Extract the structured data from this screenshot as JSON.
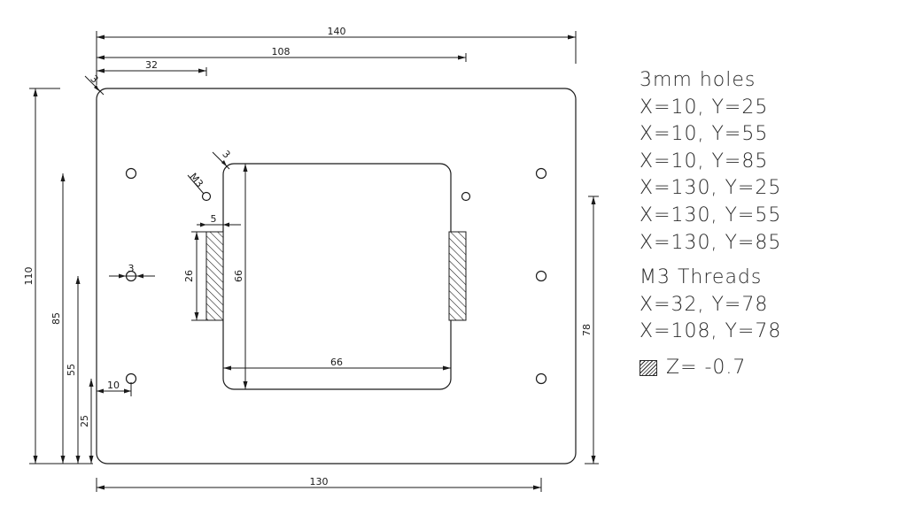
{
  "dimensions": {
    "total_width": "140",
    "right_thread_x": "108",
    "left_thread_x": "32",
    "corner_radius": "3",
    "total_height": "110",
    "hole_y_85": "85",
    "hole_y_55": "55",
    "hole_y_25": "25",
    "hole_x_10": "10",
    "hole_x_130": "130",
    "thread_y_78": "78",
    "inner_radius": "3",
    "hole_dia": "3",
    "thread_label": "M3",
    "pad_width": "5",
    "pad_height": "26",
    "window_height": "66",
    "window_width": "66"
  },
  "notes": {
    "holes_title": "3mm holes",
    "holes": [
      "X=10, Y=25",
      "X=10, Y=55",
      "X=10, Y=85",
      "X=130, Y=25",
      "X=130, Y=55",
      "X=130, Y=85"
    ],
    "threads_title": "M3 Threads",
    "threads": [
      "X=32, Y=78",
      "X=108, Y=78"
    ],
    "legend_label": "Z= -0.7"
  }
}
